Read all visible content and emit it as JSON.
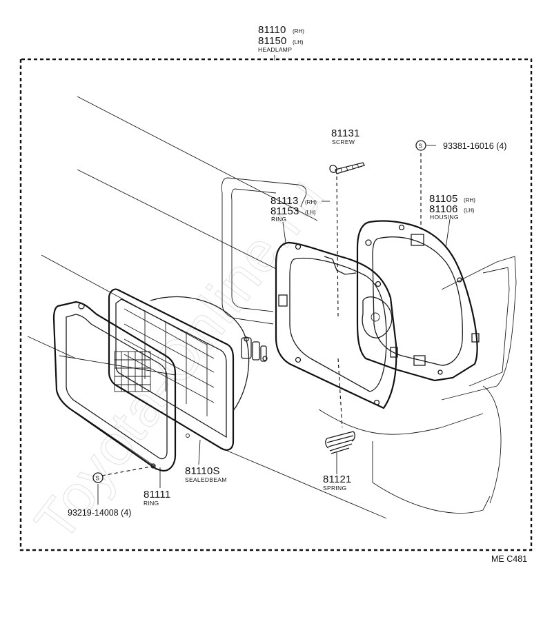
{
  "title": {
    "number_rh": "81110",
    "side_rh": "(RH)",
    "number_lh": "81150",
    "side_lh": "(LH)",
    "name": "HEADLAMP"
  },
  "parts": {
    "screw": {
      "number": "81131",
      "name": "SCREW"
    },
    "bolt_housing": {
      "symbol": "S",
      "code": "93381-16016 (4)"
    },
    "ring_inner": {
      "number_rh": "81113",
      "side_rh": "(RH)",
      "number_lh": "81153",
      "side_lh": "(LH)",
      "name": "RING"
    },
    "housing": {
      "number_rh": "81105",
      "side_rh": "(RH)",
      "number_lh": "81106",
      "side_lh": "(LH)",
      "name": "HOUSING"
    },
    "spring": {
      "number": "81121",
      "name": "SPRING"
    },
    "sealed_beam": {
      "number": "81110S",
      "name": "SEALEDBEAM"
    },
    "ring_outer": {
      "number": "81111",
      "name": "RING"
    },
    "bolt_ring": {
      "symbol": "S",
      "code": "93219-14008 (4)"
    }
  },
  "diagram_code": "ME C481",
  "watermark": "Toyota-Online.ru",
  "colors": {
    "ink": "#111111",
    "paper": "#ffffff",
    "watermark": "#cfcfcf"
  }
}
